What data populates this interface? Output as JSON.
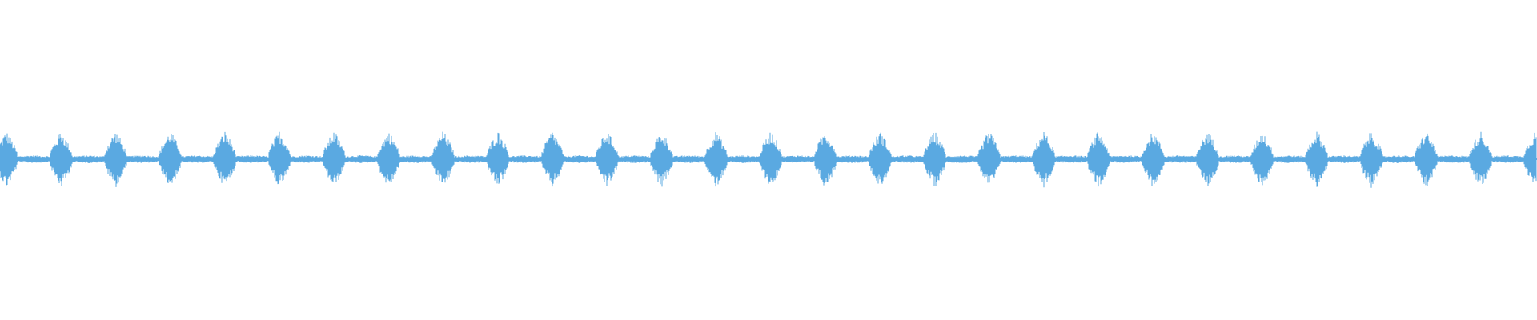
{
  "waveform": {
    "color": "#5aa9e1",
    "background": "#ffffff",
    "pulse_count": 29,
    "peak_amplitude_fraction": 0.18,
    "gap_amplitude_fraction": 0.025
  }
}
